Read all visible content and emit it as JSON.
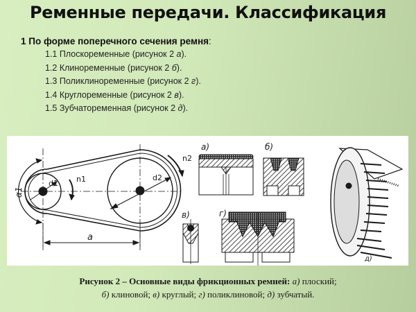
{
  "slide": {
    "title": "Ременные передачи. Классификация"
  },
  "section": {
    "heading": "1 По форме поперечного сечения ремня",
    "heading_suffix": ":",
    "items": [
      {
        "text": "1.1 Плоскоременные (рисунок 2 ",
        "ref": "а",
        "close": ")."
      },
      {
        "text": "1.2 Клиноременные (рисунок 2 ",
        "ref": "б",
        "close": ")."
      },
      {
        "text": "1.3 Поликлиноременные (рисунок 2 ",
        "ref": "г",
        "close": ")."
      },
      {
        "text": "1.4 Круглоременные (рисунок 2 ",
        "ref": "в",
        "close": ")."
      },
      {
        "text": "1.5 Зубчатоременная (рисунок 2 ",
        "ref": "д",
        "close": ")."
      }
    ]
  },
  "figure": {
    "labels": {
      "alpha1": "α1",
      "d1": "d1",
      "n1": "n1",
      "d2": "d2",
      "n2": "n2",
      "a_dim": "a",
      "sec_a": "а)",
      "sec_b": "б)",
      "sec_v": "в)",
      "sec_g": "г)",
      "sec_d": "д)"
    },
    "colors": {
      "ink": "#1a1a1a",
      "background": "#ffffff"
    }
  },
  "caption": {
    "line1_bold": "Рисунок 2 – Основные виды фрикционных ремней:",
    "a_ref": "а)",
    "a_text": " плоский;",
    "b_ref": "б)",
    "b_text": " клиновой; ",
    "v_ref": "в)",
    "v_text": " круглый; ",
    "g_ref": "г)",
    "g_text": " поликлиновой; ",
    "d_ref": "д)",
    "d_text": " зубчатый."
  },
  "theme": {
    "bg_light": "#d8eec0",
    "bg_dark": "#b6cd9e",
    "text": "#111111"
  }
}
